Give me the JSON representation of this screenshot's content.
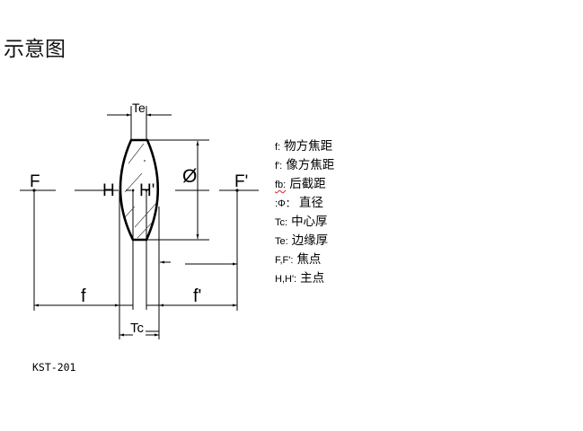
{
  "page": {
    "title": "示意图"
  },
  "diagram": {
    "labels": {
      "te": "Te",
      "tc": "Tc",
      "f_left": "F",
      "f_right": "F'",
      "h_left": "H",
      "h_right": "H'",
      "diameter": "Ø",
      "focal_front": "f",
      "focal_back": "f'"
    }
  },
  "legend": {
    "items": [
      {
        "key": "f:",
        "value": "物方焦距"
      },
      {
        "key": "f':",
        "value": "像方焦距"
      },
      {
        "key": "fb:",
        "value": "后截距"
      },
      {
        "key": ":Φ：",
        "value": "直径"
      },
      {
        "key": "Tc:",
        "value": "中心厚"
      },
      {
        "key": "Te:",
        "value": "边缘厚"
      },
      {
        "key": "F,F':",
        "value": "焦点"
      },
      {
        "key": "H,H':",
        "value": "主点"
      }
    ]
  },
  "footer": {
    "model": "KST-201"
  }
}
